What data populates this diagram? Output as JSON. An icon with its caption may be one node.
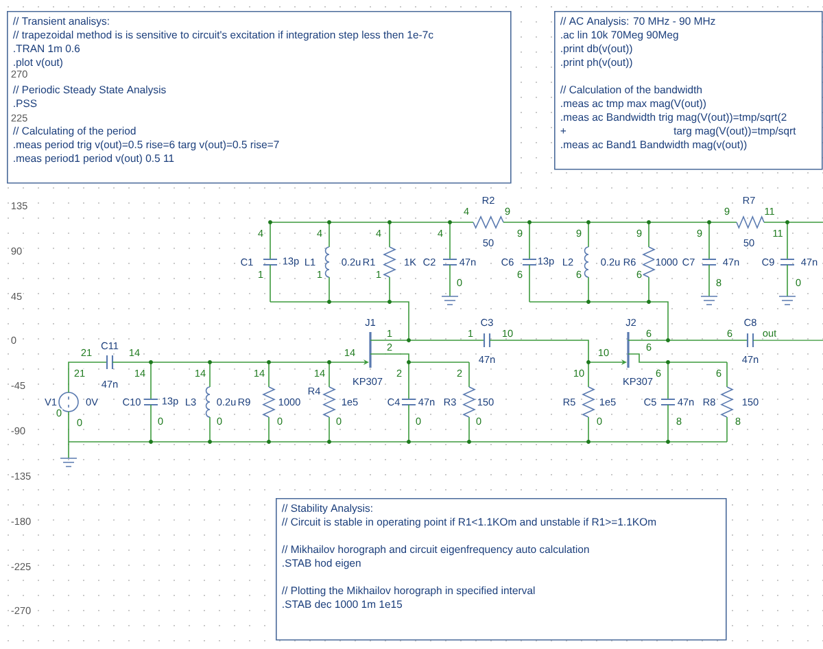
{
  "diagram": {
    "nodes": [
      {
        "text": [
          "// Transient analisys:",
          "// trapezoidal method is is sensitive to circuit's excitation if integration step less then 1e-7c",
          ".TRAN 1m 0.6",
          ".plot v(out)",
          "// Periodic Steady State Analysis",
          ".PSS",
          "// Calculating of the period",
          ".meas period trig v(out)=0.5 rise=6 targ v(out)=0.5 rise=7",
          ".meas period1 period v(out) 0.5 11"
        ]
      },
      {
        "text": [
          "// AC Analysis:  70 MHz  -  90 MHz",
          ".ac lin 10k 70Meg 90Meg",
          ".print db(v(out))",
          ".print ph(v(out))",
          "// Calculation of the bandwidth",
          ".meas ac tmp max mag(V(out))",
          ".meas ac Bandwidth trig mag(V(out))=tmp/sqrt(2",
          "+",
          "targ mag(V(out))=tmp/sqrt",
          ".meas ac Band1 Bandwidth mag(v(out))"
        ]
      },
      {
        "text": [
          "// Stability Analysis:",
          "// Circuit is stable in operating point if R1<1.1KOm and unstable if R1>=1.1KOm",
          "//  Mikhailov horograph and circuit eigenfrequency auto calculation",
          ".STAB hod eigen",
          "//  Plotting the Mikhailov horograph in specified interval",
          ".STAB dec 1000 1m 1e15"
        ]
      }
    ],
    "labels": [
      "270",
      "225",
      "135",
      "90",
      "45",
      "0",
      "-45",
      "-90",
      "-135",
      "-180",
      "-225",
      "-270",
      "R2",
      "4",
      "9",
      "50",
      "R7",
      "9",
      "11",
      "50",
      "4",
      "C1",
      "13p",
      "1",
      "4",
      "L1",
      "0.2u",
      "1",
      "4",
      "R1",
      "1K",
      "1",
      "4",
      "C2",
      "47n",
      "0",
      "9",
      "C6",
      "13p",
      "6",
      "9",
      "L2",
      "0.2u",
      "6",
      "9",
      "R6",
      "1000",
      "6",
      "9",
      "C7",
      "47n",
      "8",
      "11",
      "C9",
      "47n",
      "0",
      "C3",
      "1",
      "10",
      "47n",
      "J1",
      "1",
      "14",
      "2",
      "KP307",
      "J2",
      "6",
      "10",
      "6",
      "KP307",
      "C8",
      "6",
      "out",
      "47n",
      "C11",
      "21",
      "14",
      "47n",
      "21",
      "V1",
      "0V",
      "0",
      "0",
      "14",
      "C10",
      "13p",
      "0",
      "14",
      "L3",
      "0.2u",
      "0",
      "14",
      "R9",
      "1000",
      "0",
      "14",
      "R4",
      "1e5",
      "0",
      "2",
      "C4",
      "47n",
      "0",
      "2",
      "R3",
      "150",
      "0",
      "10",
      "R5",
      "1e5",
      "0",
      "6",
      "C5",
      "47n",
      "8",
      "6",
      "R8",
      "150",
      "8"
    ]
  }
}
